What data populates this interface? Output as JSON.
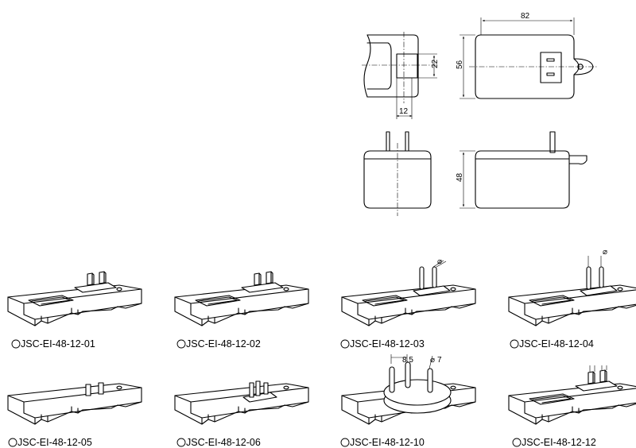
{
  "dimensions": {
    "width": "82",
    "height": "56",
    "depth": "48",
    "plug_width": "22",
    "plug_offset": "12"
  },
  "callouts": {
    "pin_spacing": "8.5",
    "pin_diameter_value": "7",
    "diameter_symbol": "⌀"
  },
  "models": [
    {
      "marker": "○",
      "label": "JSC-EI-48-12-01"
    },
    {
      "marker": "○",
      "label": "JSC-EI-48-12-02"
    },
    {
      "marker": "○",
      "label": "JSC-EI-48-12-03"
    },
    {
      "marker": "○",
      "label": "JSC-EI-48-12-04"
    },
    {
      "marker": "○",
      "label": "JSC-EI-48-12-05"
    },
    {
      "marker": "○",
      "label": "JSC-EI-48-12-06"
    },
    {
      "marker": "○",
      "label": "JSC-EI-48-12-10"
    },
    {
      "marker": "○",
      "label": "JSC-EI-48-12-12"
    }
  ]
}
